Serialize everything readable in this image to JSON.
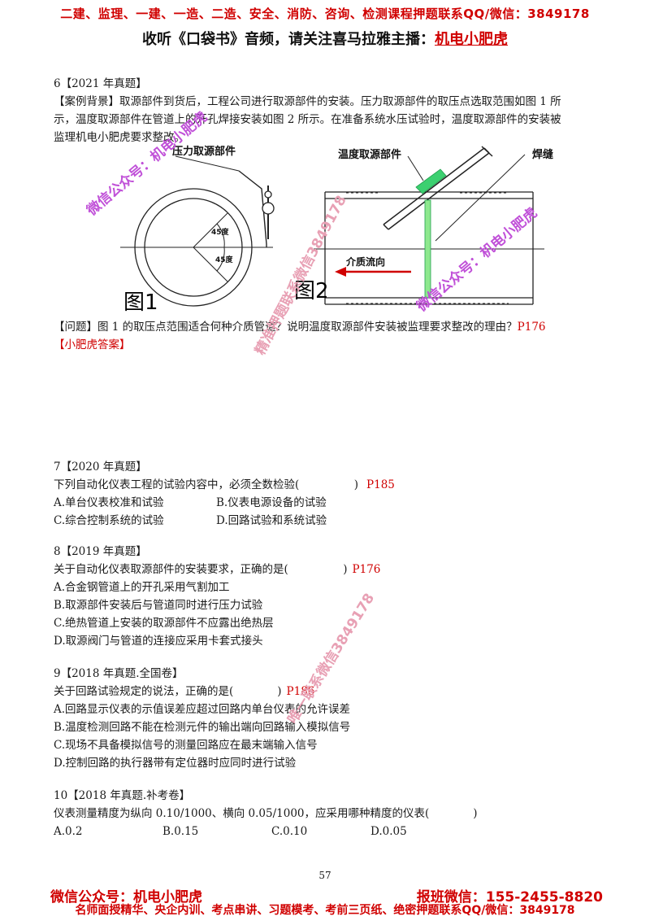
{
  "header": {
    "line1": "二建、监理、一建、一造、二造、安全、消防、咨询、检测课程押题联系QQ/微信：3849178",
    "line2_prefix": "收听《口袋书》音频，请关注喜马拉雅主播：",
    "line2_highlight": "机电小肥虎"
  },
  "q6": {
    "title": "6【2021 年真题】",
    "background": [
      "【案例背景】取源部件到货后，工程公司进行取源部件的安装。压力取源部件的取压点选取范围如图 1 所",
      "示，温度取源部件在管道上的开孔焊接安装如图 2 所示。在准备系统水压试验时，温度取源部件的安装被",
      "监理机电小肥虎要求整改。"
    ],
    "question": "【问题】图 1 的取压点范围适合何种介质管道？说明温度取源部件安装被监理要求整改的理由？",
    "question_ref": "P176",
    "answer_label": "【小肥虎答案】"
  },
  "figure": {
    "fig1_label": "图1",
    "fig1_title": "压力取源部件",
    "angle1": "45度",
    "angle2": "45度",
    "fig2_label": "图2",
    "fig2_title": "温度取源部件",
    "weld_label": "焊缝",
    "flow_label": "介质流向"
  },
  "q7": {
    "title": "7【2020 年真题】",
    "stem": "下列自动化仪表工程的试验内容中，必须全数检验(　　　　　)",
    "ref": "P185",
    "options": [
      "A.单台仪表校准和试验",
      "B.仪表电源设备的试验",
      "C.综合控制系统的试验",
      "D.回路试验和系统试验"
    ]
  },
  "q8": {
    "title": "8【2019 年真题】",
    "stem": "关于自动化仪表取源部件的安装要求，正确的是(　　　　　)",
    "ref": "P176",
    "options": [
      "A.合金钢管道上的开孔采用气割加工",
      "B.取源部件安装后与管道同时进行压力试验",
      "C.绝热管道上安装的取源部件不应露出绝热层",
      "D.取源阀门与管道的连接应采用卡套式接头"
    ]
  },
  "q9": {
    "title": "9【2018 年真题.全国卷】",
    "stem": "关于回路试验规定的说法，正确的是(　　　　)",
    "ref": "P186",
    "options": [
      "A.回路显示仪表的示值误差应超过回路内单台仪表的允许误差",
      "B.温度检测回路不能在检测元件的输出端向回路输入模拟信号",
      "C.现场不具备模拟信号的测量回路应在最末端输入信号",
      "D.控制回路的执行器带有定位器时应同时进行试验"
    ]
  },
  "q10": {
    "title": "10【2018 年真题.补考卷】",
    "stem": "仪表测量精度为纵向 0.10/1000、横向 0.05/1000，应采用哪种精度的仪表(　　　　)",
    "options": [
      "A.0.2",
      "B.0.15",
      "C.0.10",
      "D.0.05"
    ]
  },
  "watermarks": {
    "wm1": "微信公众号：机电小肥虎",
    "wm2": "精准押题联系微信3849178",
    "wm3": "微信公众号：机电小肥虎",
    "wm4": "唯一联系微信3849178"
  },
  "page_number": "57",
  "footer": {
    "left": "微信公众号：机电小肥虎",
    "right": "报班微信：155-2455-8820",
    "line2": "名师面授精华、央企内训、考点串讲、习题模考、考前三页纸、绝密押题联系QQ/微信：3849178"
  }
}
